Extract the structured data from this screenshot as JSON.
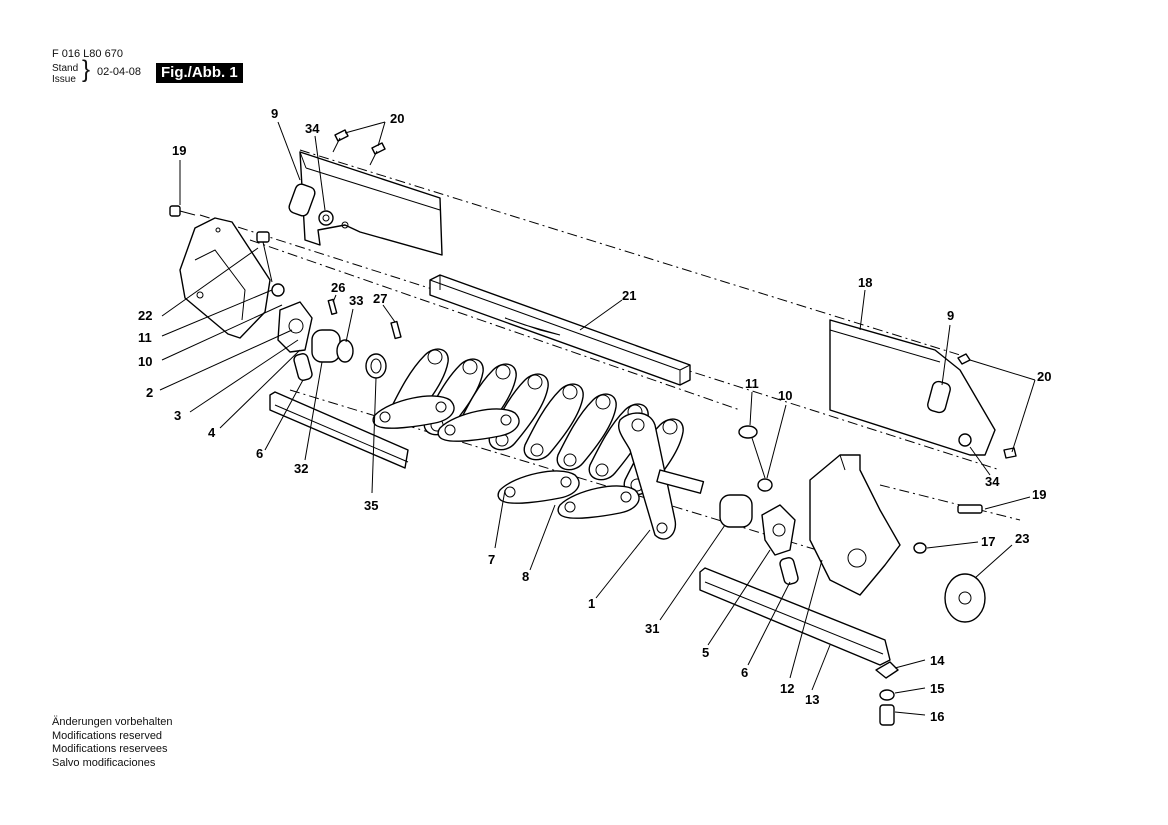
{
  "header": {
    "code": "F 016 L80 670",
    "stand": "Stand",
    "issue": "Issue",
    "date": "02-04-08",
    "figure": "Fig./Abb. 1"
  },
  "notes": [
    "Änderungen vorbehalten",
    "Modifications reserved",
    "Modifications reservees",
    "Salvo modificaciones"
  ],
  "callouts": {
    "c9a": "9",
    "c34a": "34",
    "c20a": "20",
    "c19a": "19",
    "c22": "22",
    "c11a": "11",
    "c10a": "10",
    "c2": "2",
    "c3": "3",
    "c4": "4",
    "c6a": "6",
    "c32": "32",
    "c26": "26",
    "c33": "33",
    "c27": "27",
    "c35": "35",
    "c21": "21",
    "c7": "7",
    "c8": "8",
    "c1": "1",
    "c31": "31",
    "c5": "5",
    "c6b": "6",
    "c12": "12",
    "c13": "13",
    "c11b": "11",
    "c10b": "10",
    "c18": "18",
    "c9b": "9",
    "c20b": "20",
    "c34b": "34",
    "c19b": "19",
    "c17": "17",
    "c23": "23",
    "c14": "14",
    "c15": "15",
    "c16": "16"
  }
}
